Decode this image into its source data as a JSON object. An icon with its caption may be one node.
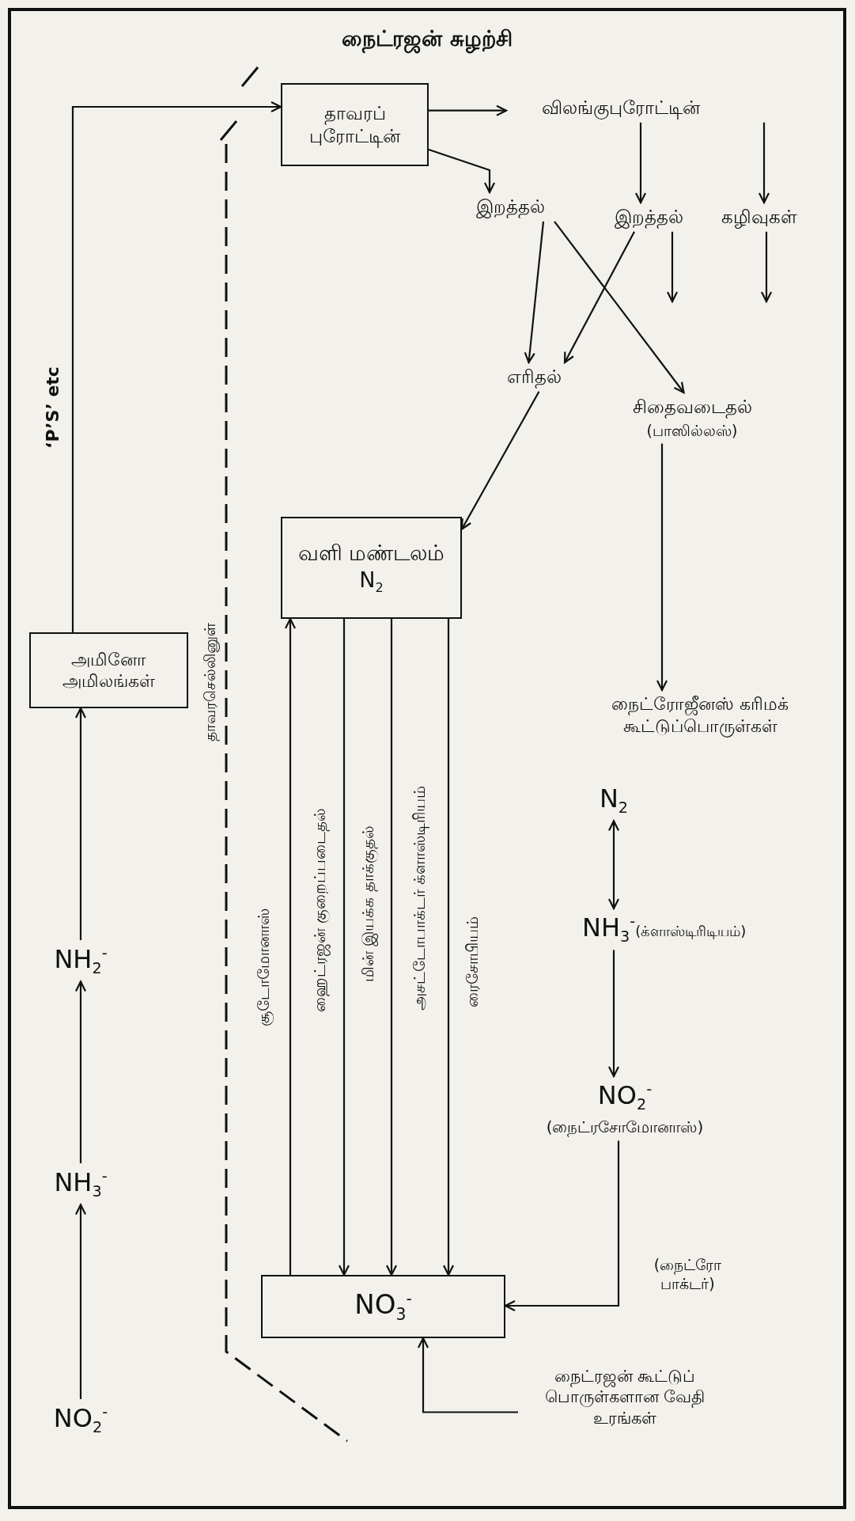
{
  "diagram": {
    "title": "நைட்ரஜன் சுழற்சி",
    "nodes": [
      {
        "text": [
          "தாவரப் புரோட்டின்"
        ]
      },
      {
        "text": [
          "விலங்குபுரோட்டின்"
        ]
      },
      {
        "text": [
          "இறத்தல்"
        ]
      },
      {
        "text": [
          "இறத்தல்"
        ]
      },
      {
        "text": [
          "கழிவுகள்"
        ]
      },
      {
        "text": [
          "எரிதல்"
        ]
      },
      {
        "text": [
          "சிதைவடைதல்"
        ],
        "beside": [
          "(பாஸில்லஸ்)"
        ]
      },
      {
        "text": [
          "வளி மண்டலம் N$_{2}$"
        ]
      },
      {
        "text": [
          "அமினோ அமிலங்கள்"
        ]
      },
      {
        "text": [
          "நைட்ரோஜீனஸ் கரிமக் கூட்டுப்பொருள்கள்"
        ]
      },
      {
        "text": [
          "N$_{2}$"
        ]
      },
      {
        "text": [
          "NH$_{3}$$^{-}$"
        ],
        "beside": [
          "(க்ளாஸ்டிரிடியம்)"
        ]
      },
      {
        "text": [
          "NO$_{2}$$^{-}$"
        ],
        "beside": [
          "(நைட்ரசோமோனாஸ்)"
        ]
      },
      {
        "text": [
          "NO$_{3}$$^{-}$"
        ]
      },
      {
        "text": [
          "நைட்ரஜன் கூட்டுப் பொருள்களான வேதி உரங்கள்"
        ]
      },
      {
        "text": [
          "NH$_{2}$$^{-}$"
        ]
      },
      {
        "text": [
          "NH$_{3}$$^{-}$"
        ]
      },
      {
        "text": [
          "NO$_{2}$$^{-}$"
        ]
      }
    ],
    "edges": [
      {
        "from": 0,
        "to": 1,
        "arrow": "to"
      },
      {
        "from": 0,
        "to": 2,
        "arrow": "to"
      },
      {
        "from": 1,
        "to": 3,
        "arrow": "to"
      },
      {
        "from": 1,
        "to": 4,
        "arrow": "to"
      },
      {
        "from": 2,
        "to": 5,
        "arrow": "to"
      },
      {
        "from": 2,
        "to": 6,
        "arrow": "to"
      },
      {
        "from": 3,
        "to": 5,
        "arrow": "to"
      },
      {
        "from": 3,
        "to": null,
        "arrow": "to"
      },
      {
        "from": 4,
        "to": null,
        "arrow": "to"
      },
      {
        "from": 5,
        "to": 7,
        "arrow": "to"
      },
      {
        "from": 6,
        "to": 9,
        "arrow": "to"
      },
      {
        "from": 10,
        "to": 11,
        "arrow": "both"
      },
      {
        "from": 11,
        "to": 12,
        "arrow": "to"
      },
      {
        "from": 12,
        "to": 13,
        "arrow": "to",
        "label": "(நைட்ரோ பாக்டர்)"
      },
      {
        "from": 14,
        "to": 13,
        "arrow": "to"
      },
      {
        "from": 13,
        "to": 7,
        "arrow": "to"
      },
      {
        "from": 7,
        "to": 13,
        "arrow": "to"
      },
      {
        "from": 7,
        "to": 13,
        "arrow": "to"
      },
      {
        "from": 7,
        "to": 13,
        "arrow": "to"
      },
      {
        "from": 17,
        "to": 16,
        "arrow": "to"
      },
      {
        "from": 16,
        "to": 15,
        "arrow": "to"
      },
      {
        "from": 15,
        "to": 8,
        "arrow": "to"
      },
      {
        "from": 8,
        "to": 0,
        "arrow": "to",
        "label": "‘P’S’ etc"
      }
    ],
    "labels": [
      "தாவரசெல்லினுள்",
      "சூடோமோனாஸ்",
      "ஹைட்ரஜன் குறைப்படைதல்",
      "மின் இயக்க தாக்குதல்",
      "அசட்டோபாக்டர் க்ளாஸ்டிரியம்",
      "ரைசோபியம்"
    ]
  }
}
